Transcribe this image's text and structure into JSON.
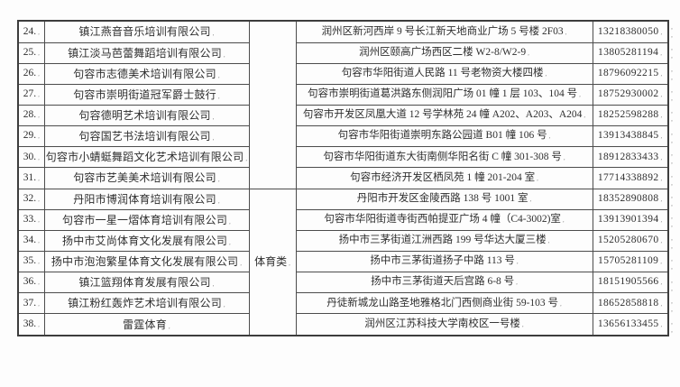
{
  "document": {
    "type": "training-institutions-table",
    "text_color": "#2e2e2e",
    "border_color": "#4c4c4c",
    "background_color": "#fdfdfd"
  },
  "marks": {
    "cell": ",",
    "row_end": ", ,"
  },
  "table": {
    "category_groups": [
      {
        "label": "",
        "row_start": 0,
        "row_count": 8
      },
      {
        "label": "体育类",
        "row_start": 8,
        "row_count": 7
      }
    ],
    "rows": [
      {
        "num": "24.",
        "name": "镇江燕音音乐培训有限公司",
        "address": "润州区新河西岸 9 号长江新天地商业广场 5 号楼 2F03",
        "phone": "13218380050"
      },
      {
        "num": "25.",
        "name": "镇江淡马芭蕾舞蹈培训有限公司",
        "address": "润州区颐高广场西区二楼 W2-8/W2-9",
        "phone": "13805281194"
      },
      {
        "num": "26.",
        "name": "句容市志德美术培训有限公司",
        "address": "句容市华阳街道人民路 11 号老物资大楼四楼",
        "phone": "18796092215"
      },
      {
        "num": "27.",
        "name": "句容市崇明街道冠军爵士鼓行",
        "address": "句容市崇明街道葛洪路东侧润阳广场 01 幢 1 层 103、104 号",
        "phone": "18752930002"
      },
      {
        "num": "28.",
        "name": "句容德明艺术培训有限公司",
        "address": "句容市开发区凤凰大道 12 号学林苑 24 幢 A202、A203、A204",
        "phone": "18252598288"
      },
      {
        "num": "29.",
        "name": "句容国艺书法培训有限公司",
        "address": "句容市华阳街道崇明东路公园道 B01 幢 106 号",
        "phone": "13913438845"
      },
      {
        "num": "30.",
        "name": "句容市小蜻蜓舞蹈文化艺术培训有限公司",
        "address": "句容市华阳街道东大街南侧华阳名街 C 幢 301-308 号",
        "phone": "18912833433"
      },
      {
        "num": "31.",
        "name": "句容市艺美美术培训有限公司",
        "address": "句容市经济开发区栖凤苑 1 幢 201-204 室",
        "phone": "17714338892"
      },
      {
        "num": "32.",
        "name": "丹阳市博润体育培训有限公司",
        "address": "丹阳市开发区金陵西路 138 号 1001 室",
        "phone": "18352890808"
      },
      {
        "num": "33.",
        "name": "句容市一星一熠体育培训有限公司",
        "address": "句容市华阳街道寺街西帕提亚广场 4 幢（C4-3002)室",
        "phone": "13913901394"
      },
      {
        "num": "34.",
        "name": "扬中市艾尚体育文化发展有限公司",
        "address": "扬中市三茅街道江洲西路 199 号华达大厦三楼",
        "phone": "15205280670"
      },
      {
        "num": "35.",
        "name": "扬中市泡泡繁星体育文化发展有限公司",
        "address": "扬中市三茅街道扬子中路 113 号",
        "phone": "15705281109"
      },
      {
        "num": "36.",
        "name": "镇江篮翔体育发展有限公司",
        "address": "扬中市三茅街道天后宫路 6-8 号",
        "phone": "18151905566"
      },
      {
        "num": "37.",
        "name": "镇江粉红轰炸艺术培训有限公司",
        "address": "丹徒新城龙山路圣地雅格北门西侧商业街 59-103 号",
        "phone": "18652858818"
      },
      {
        "num": "38.",
        "name": "雷霆体育",
        "address": "润州区江苏科技大学南校区一号楼",
        "phone": "13656133455"
      }
    ]
  }
}
